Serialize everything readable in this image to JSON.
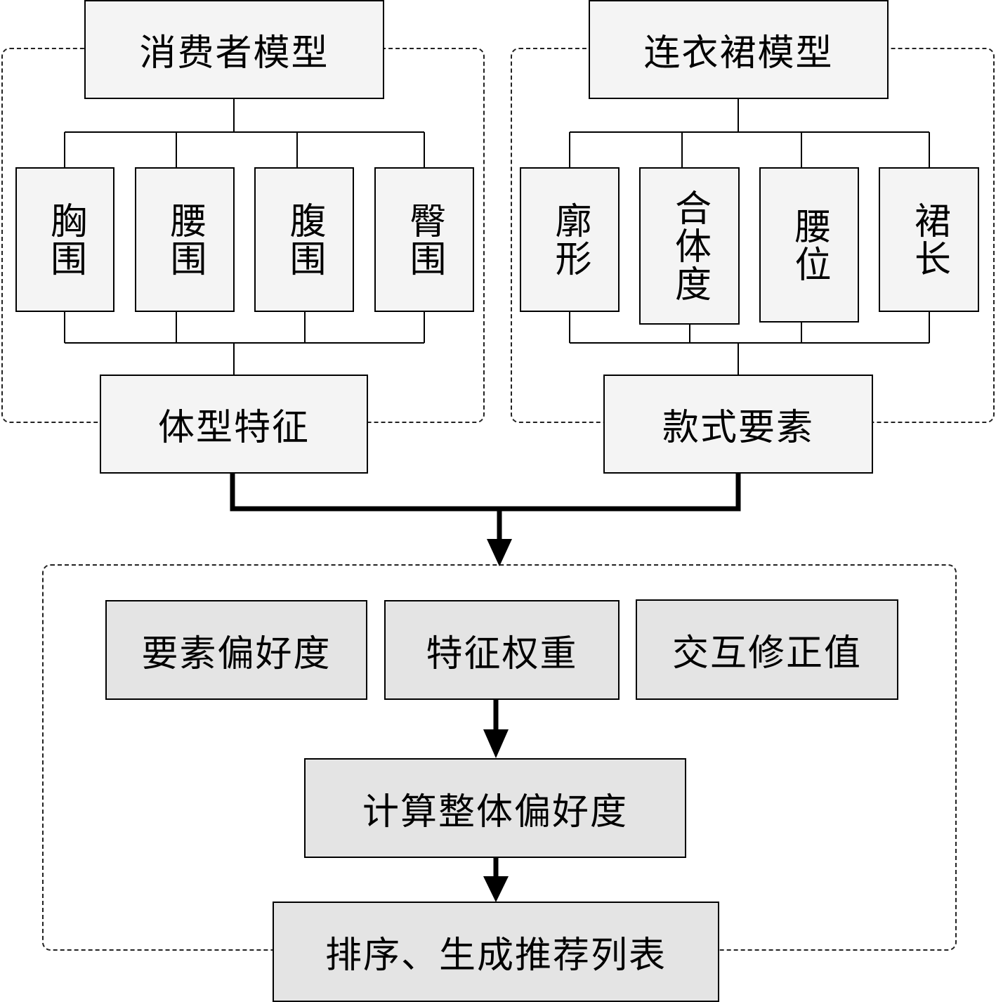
{
  "consumer_model": {
    "title": "消费者模型",
    "items": [
      "胸围",
      "腰围",
      "腹围",
      "臀围"
    ],
    "output": "体型特征"
  },
  "dress_model": {
    "title": "连衣裙模型",
    "items": [
      "廓形",
      "合体度",
      "腰位",
      "裙长"
    ],
    "output": "款式要素"
  },
  "computation": {
    "inputs": [
      "要素偏好度",
      "特征权重",
      "交互修正值"
    ],
    "step": "计算整体偏好度",
    "result": "排序、生成推荐列表"
  }
}
